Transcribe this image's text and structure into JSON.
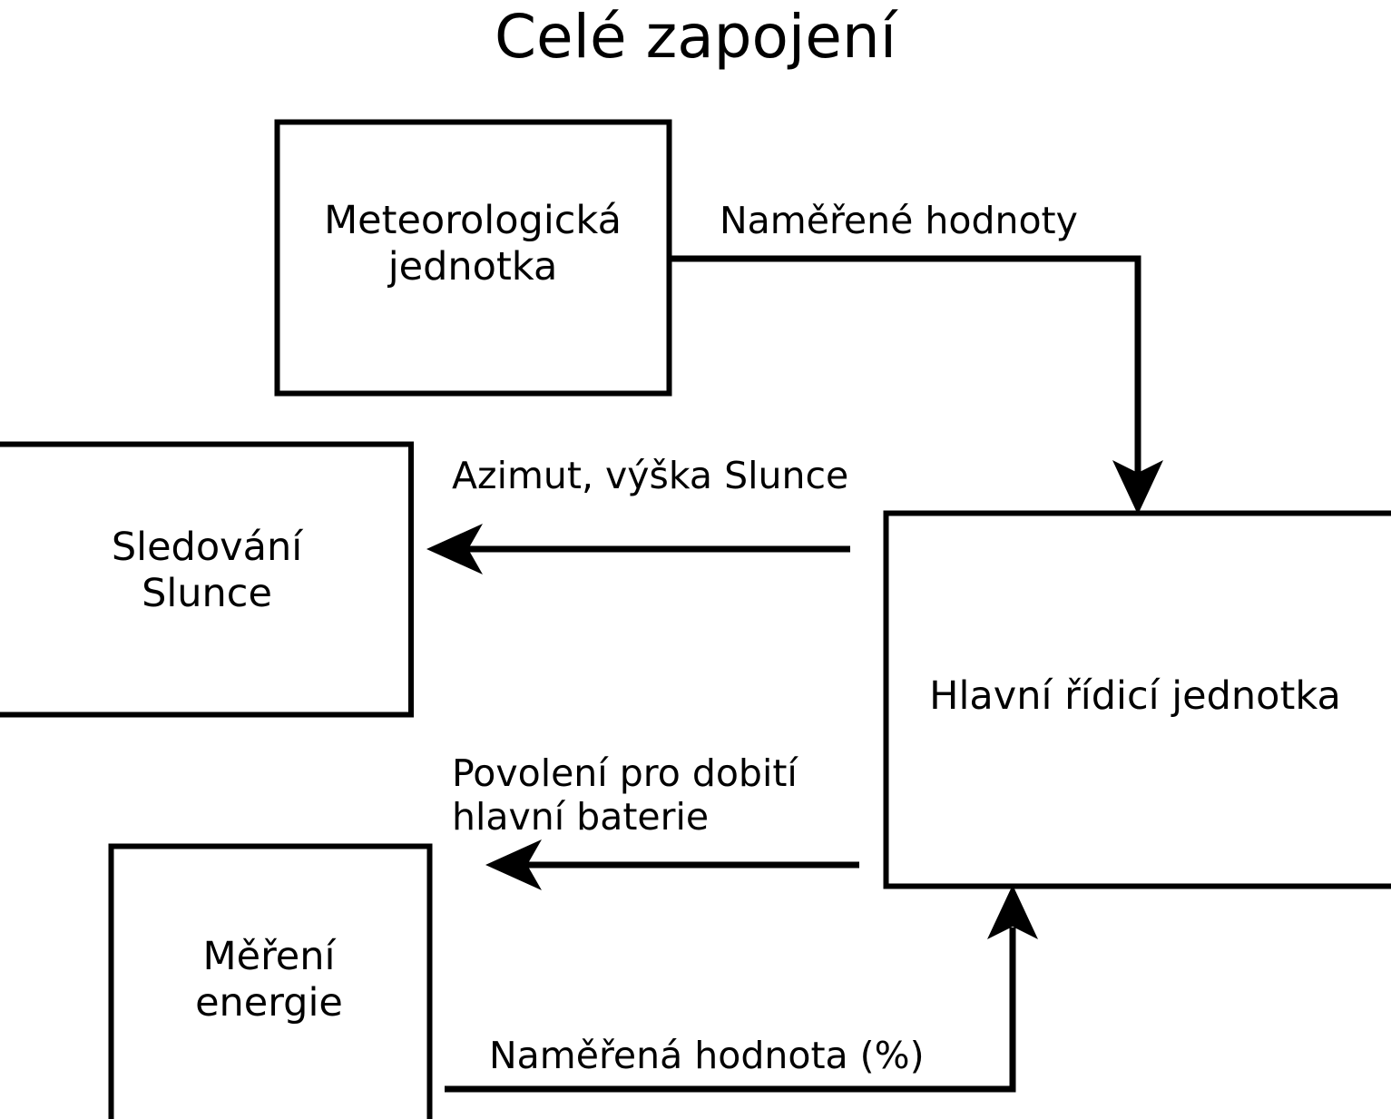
{
  "page": {
    "title": "Celé zapojení",
    "background_color": "#ffffff",
    "stroke_color": "#000000"
  },
  "nodes": [
    {
      "id": "meteo",
      "label": "Meteorologická\njednotka",
      "name": "node-meteorological-unit"
    },
    {
      "id": "sun",
      "label": "Sledování\nSlunce",
      "name": "node-sun-tracking"
    },
    {
      "id": "main",
      "label": "Hlavní řídicí jednotka",
      "name": "node-main-control-unit"
    },
    {
      "id": "energy",
      "label": "Měření\nenergie",
      "name": "node-energy-measurement"
    }
  ],
  "edges": [
    {
      "id": "e1",
      "label": "Naměřené hodnoty",
      "from": "meteo",
      "to": "main",
      "name": "edge-measured-values"
    },
    {
      "id": "e2",
      "label": "Azimut, výška Slunce",
      "from": "main",
      "to": "sun",
      "name": "edge-azimuth-sun-elevation"
    },
    {
      "id": "e3",
      "label": "Povolení pro dobití\nhlavní baterie",
      "from": "main",
      "to": "energy",
      "name": "edge-charge-permission"
    },
    {
      "id": "e4",
      "label": "Naměřená hodnota (%)",
      "from": "energy",
      "to": "main",
      "name": "edge-measured-percent"
    }
  ],
  "labels": {
    "title": "Celé zapojení",
    "meteo_line1": "Meteorologická",
    "meteo_line2": "jednotka",
    "sun_line1": "Sledování",
    "sun_line2": "Slunce",
    "main": "Hlavní řídicí jednotka",
    "energy_line1": "Měření",
    "energy_line2": "energie",
    "measured_values": "Naměřené hodnoty",
    "azimuth": "Azimut, výška Slunce",
    "charge_line1": "Povolení pro dobití",
    "charge_line2": "hlavní baterie",
    "measured_percent": "Naměřená hodnota (%)"
  }
}
